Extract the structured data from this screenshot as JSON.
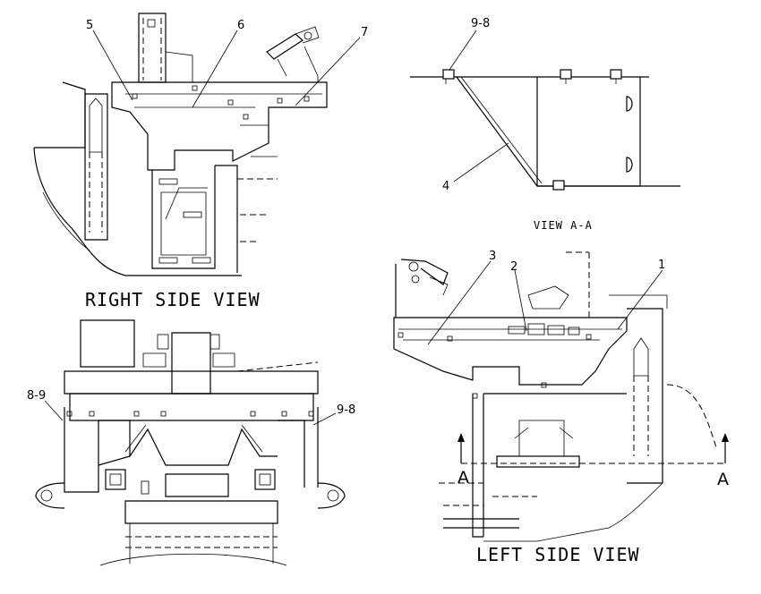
{
  "views": {
    "right_side": {
      "title": "RIGHT SIDE VIEW",
      "callouts": [
        "5",
        "6",
        "7"
      ]
    },
    "view_aa": {
      "title": "VIEW A-A",
      "callouts": [
        "9-8",
        "4"
      ]
    },
    "rear": {
      "callouts": [
        "8-9",
        "9-8"
      ]
    },
    "left_side": {
      "title": "LEFT SIDE VIEW",
      "callouts": [
        "3",
        "2",
        "1"
      ],
      "section_labels": [
        "A",
        "A"
      ]
    }
  }
}
